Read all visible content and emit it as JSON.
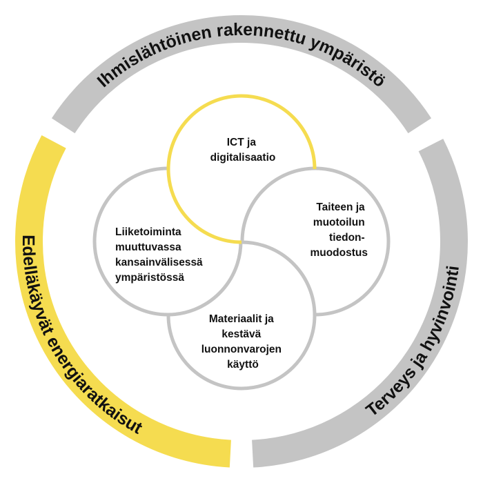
{
  "colors": {
    "gray": "#c4c4c4",
    "yellow": "#f5dc50",
    "text": "#111111"
  },
  "outer_ring": [
    {
      "label": "Ihmislähtöinen rakennettu ympäristö",
      "color": "gray"
    },
    {
      "label": "Terveys ja hyvinvointi",
      "color": "gray"
    },
    {
      "label": "Edelläkäyvät energiaratkaisut",
      "color": "yellow"
    }
  ],
  "inner_circles": [
    {
      "lines": [
        "ICT ja",
        "digitalisaatio"
      ],
      "color": "yellow"
    },
    {
      "lines": [
        "Taiteen ja",
        "muotoilun",
        "tiedon-",
        "muodostus"
      ],
      "color": "gray"
    },
    {
      "lines": [
        "Materiaalit ja",
        "kestävä",
        "luonnonvarojen",
        "käyttö"
      ],
      "color": "gray"
    },
    {
      "lines": [
        "Liiketoiminta",
        "muuttuvassa",
        "kansainvälisessä",
        "ympäristössä"
      ],
      "color": "gray"
    }
  ]
}
